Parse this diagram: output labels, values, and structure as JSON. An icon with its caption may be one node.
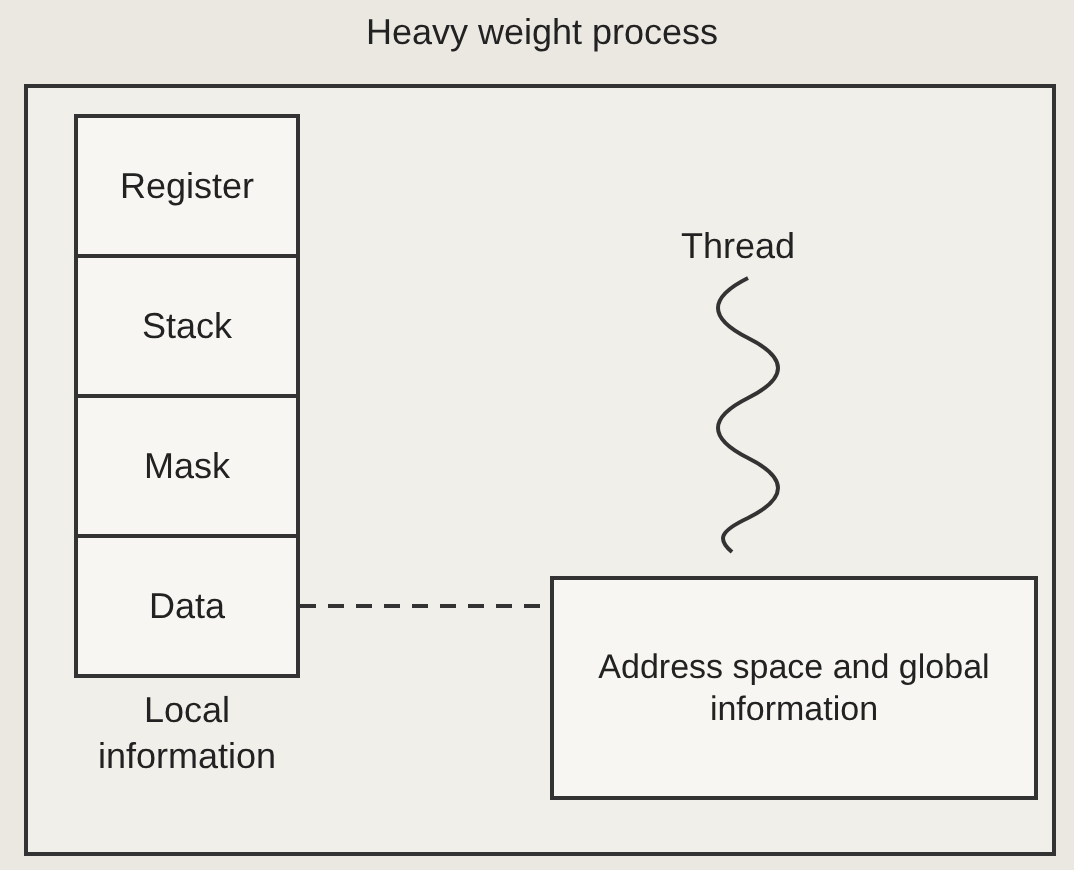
{
  "diagram": {
    "nodes": [
      {
        "text": [
          "Heavy weight process"
        ]
      },
      {
        "text": [
          "Register"
        ],
        "in": 0
      },
      {
        "text": [
          "Stack"
        ],
        "in": 0
      },
      {
        "text": [
          "Mask"
        ],
        "in": 0
      },
      {
        "text": [
          "Data"
        ],
        "in": 0
      },
      {
        "text": [
          "Address space and global information"
        ],
        "in": 0
      }
    ],
    "edges": [
      {
        "from": 4,
        "to": 5,
        "arrow": "none",
        "style": "dashed"
      }
    ],
    "labels": [
      "Thread",
      "Local information"
    ]
  }
}
